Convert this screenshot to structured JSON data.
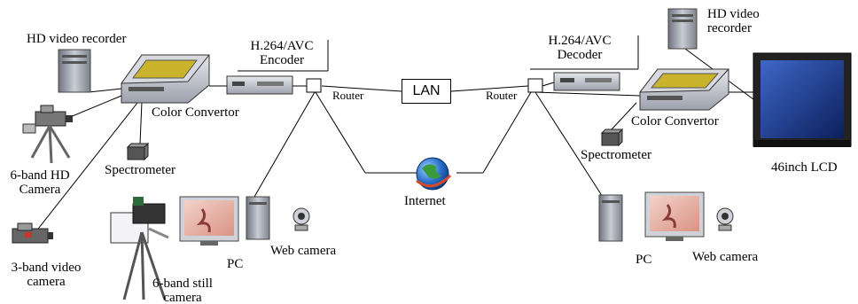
{
  "labels": {
    "hd_recorder_left": "HD video recorder",
    "encoder_line1": "H.264/AVC",
    "encoder_line2": "Encoder",
    "decoder_line1": "H.264/AVC",
    "decoder_line2": "Decoder",
    "hd_recorder_right_line1": "HD video",
    "hd_recorder_right_line2": "recorder",
    "router_left": "Router",
    "router_right": "Router",
    "lan": "LAN",
    "color_convertor_left": "Color Convertor",
    "color_convertor_right": "Color Convertor",
    "spectrometer_left": "Spectrometer",
    "spectrometer_right": "Spectrometer",
    "hd_camera_line1": "6-band HD",
    "hd_camera_line2": "Camera",
    "internet": "Internet",
    "lcd": "46inch LCD",
    "pc_left": "PC",
    "webcam_left": "Web camera",
    "pc_right": "PC",
    "webcam_right": "Web camera",
    "still_camera_line1": "6-band still",
    "still_camera_line2": "camera",
    "video_camera_line1": "3-band video",
    "video_camera_line2": "camera"
  },
  "colors": {
    "line": "#000000",
    "device_body": "#b8bcc8",
    "monitor_screen": "#e8b0a8",
    "globe": "#2a6fc9",
    "lcd_screen": "#1f3a8a",
    "lcd_frame": "#222222"
  }
}
